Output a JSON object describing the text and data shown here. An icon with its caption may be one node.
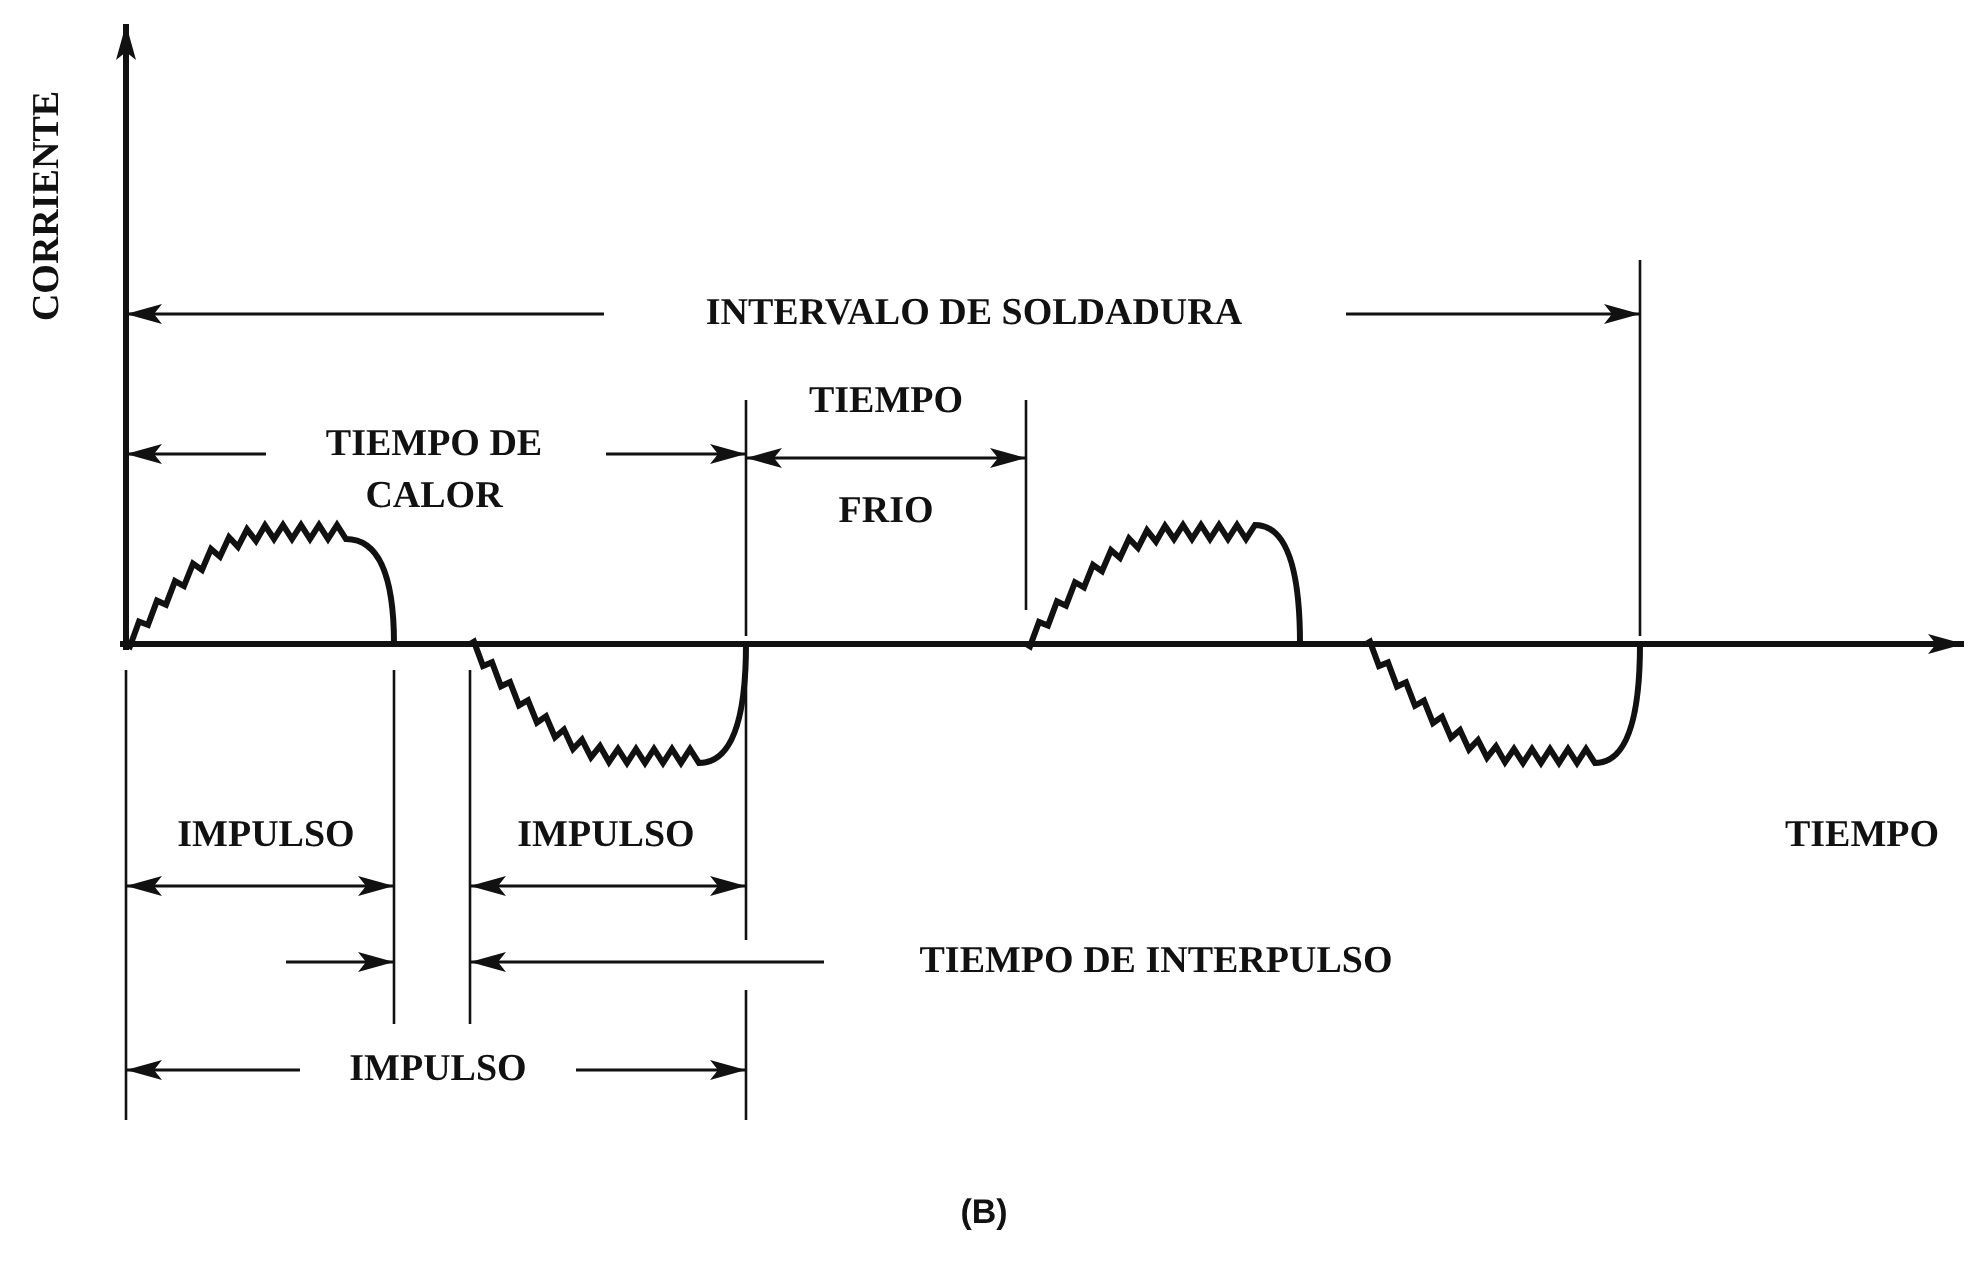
{
  "diagram": {
    "caption": "(B)",
    "labels": [
      "CORRIENTE",
      "INTERVALO DE SOLDADURA",
      "TIEMPO DE CALOR",
      "TIEMPO",
      "FRIO",
      "IMPULSO",
      "IMPULSO",
      "TIEMPO",
      "TIEMPO DE INTERPULSO",
      "IMPULSO"
    ]
  }
}
